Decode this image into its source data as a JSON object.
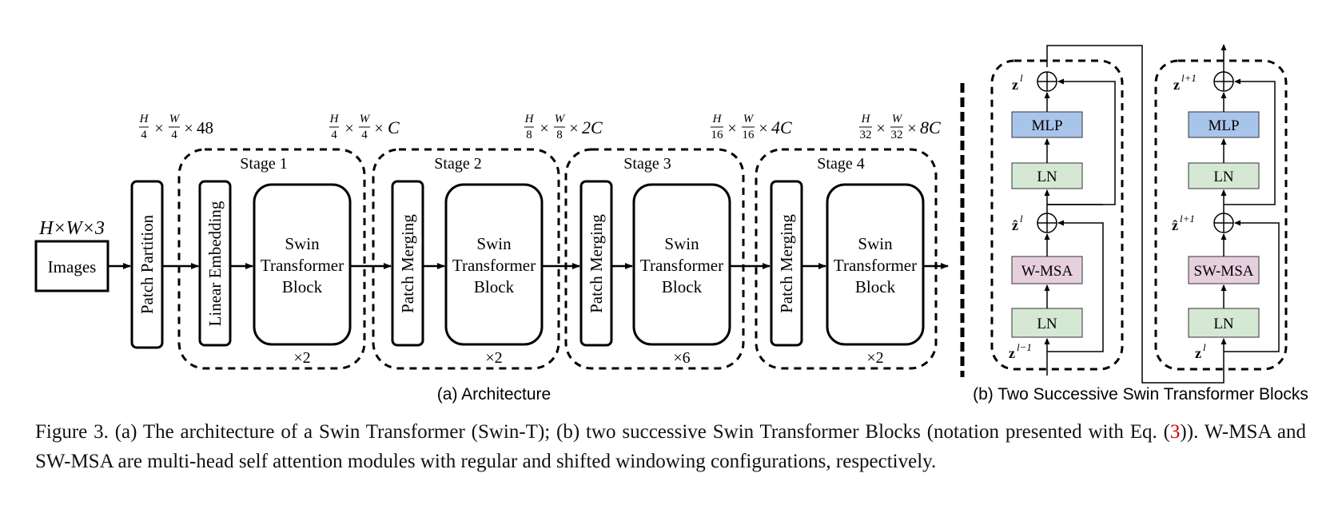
{
  "architecture": {
    "input_dims": "H×W×3",
    "images_label": "Images",
    "patch_partition_label": "Patch Partition",
    "linear_embedding_label": "Linear Embedding",
    "patch_merging_label": "Patch Merging",
    "swin_block_lines": [
      "Swin",
      "Transformer",
      "Block"
    ],
    "stages": [
      {
        "title": "Stage 1",
        "repeat": "×2",
        "dims": {
          "h": "H",
          "hd": "4",
          "w": "W",
          "wd": "4",
          "ch": "C"
        }
      },
      {
        "title": "Stage 2",
        "repeat": "×2",
        "dims": {
          "h": "H",
          "hd": "8",
          "w": "W",
          "wd": "8",
          "ch": "2C"
        }
      },
      {
        "title": "Stage 3",
        "repeat": "×6",
        "dims": {
          "h": "H",
          "hd": "16",
          "w": "W",
          "wd": "16",
          "ch": "4C"
        }
      },
      {
        "title": "Stage 4",
        "repeat": "×2",
        "dims": {
          "h": "H",
          "hd": "32",
          "w": "W",
          "wd": "32",
          "ch": "8C"
        }
      }
    ],
    "partition_dims": {
      "h": "H",
      "hd": "4",
      "w": "W",
      "wd": "4",
      "ch": "48"
    },
    "caption": "(a) Architecture"
  },
  "blocks": {
    "caption": "(b) Two Successive Swin Transformer Blocks",
    "mlp_label": "MLP",
    "ln_label": "LN",
    "left": {
      "attn_label": "W-MSA",
      "z_out": "z",
      "z_out_sup": "l",
      "z_hat": "ẑ",
      "z_hat_sup": "l",
      "z_in": "z",
      "z_in_sup": "l−1"
    },
    "right": {
      "attn_label": "SW-MSA",
      "z_out": "z",
      "z_out_sup": "l+1",
      "z_hat": "ẑ",
      "z_hat_sup": "l+1",
      "z_in": "z",
      "z_in_sup": "l"
    },
    "colors": {
      "mlp": "#a9c4eb",
      "ln": "#d5e8d4",
      "attn": "#e6d0de"
    }
  },
  "caption": {
    "part1": "Figure 3. (a) The architecture of a Swin Transformer (Swin-T); (b) two successive Swin Transformer Blocks (notation presented with Eq. (",
    "ref": "3",
    "part2": ")). W-MSA and SW-MSA are multi-head self attention modules with regular and shifted windowing configurations, respectively."
  }
}
